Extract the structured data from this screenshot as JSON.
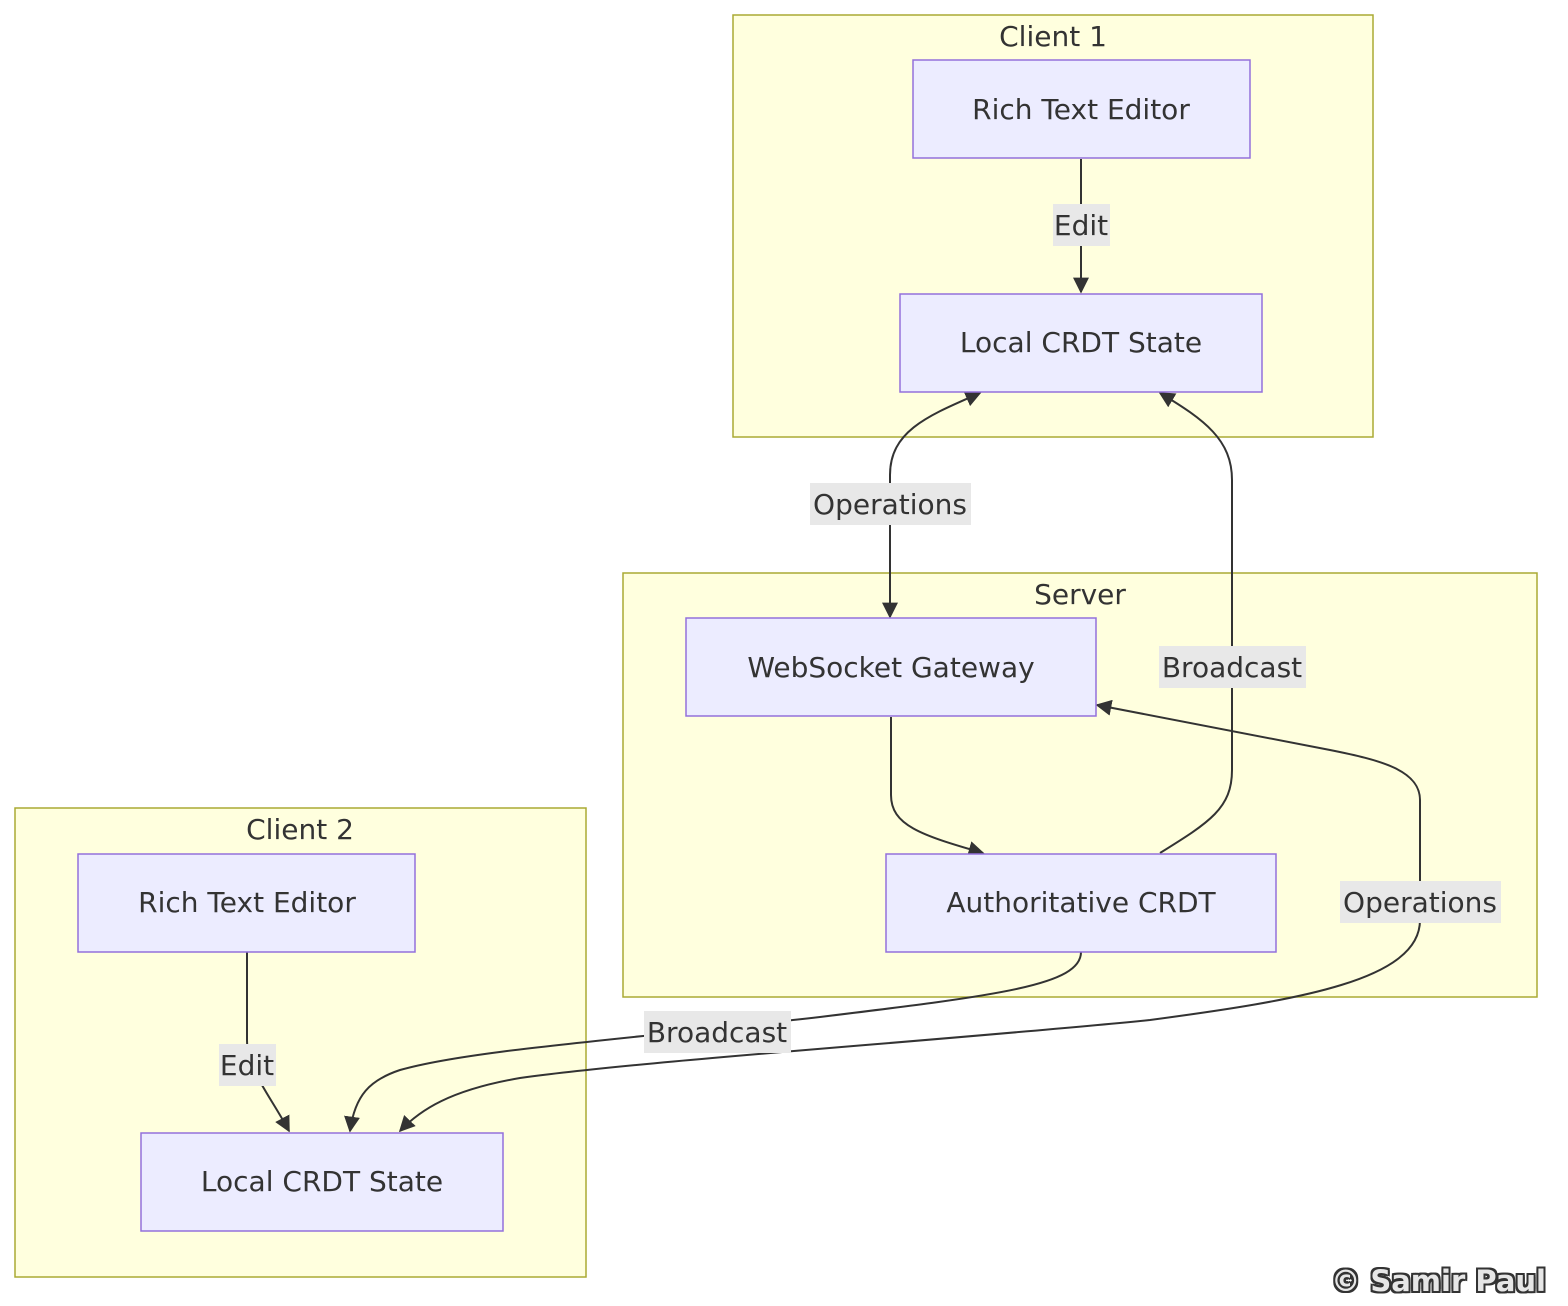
{
  "clusters": {
    "client1": {
      "title": "Client 1"
    },
    "server": {
      "title": "Server"
    },
    "client2": {
      "title": "Client 2"
    }
  },
  "nodes": {
    "client1_editor": "Rich Text Editor",
    "client1_state": "Local CRDT State",
    "gateway": "WebSocket Gateway",
    "authoritative": "Authoritative CRDT",
    "client2_editor": "Rich Text Editor",
    "client2_state": "Local CRDT State"
  },
  "edges": {
    "c1_edit": "Edit",
    "c1_operations": "Operations",
    "c1_broadcast": "Broadcast",
    "c2_edit": "Edit",
    "c2_broadcast": "Broadcast",
    "c2_operations": "Operations"
  },
  "colors": {
    "cluster_fill": "#ffffde",
    "cluster_stroke": "#aaaa33",
    "node_fill": "#ececff",
    "node_stroke": "#9370db",
    "edge_stroke": "#333333",
    "label_bg": "#e8e8e8"
  },
  "watermark": "© Samir Paul"
}
